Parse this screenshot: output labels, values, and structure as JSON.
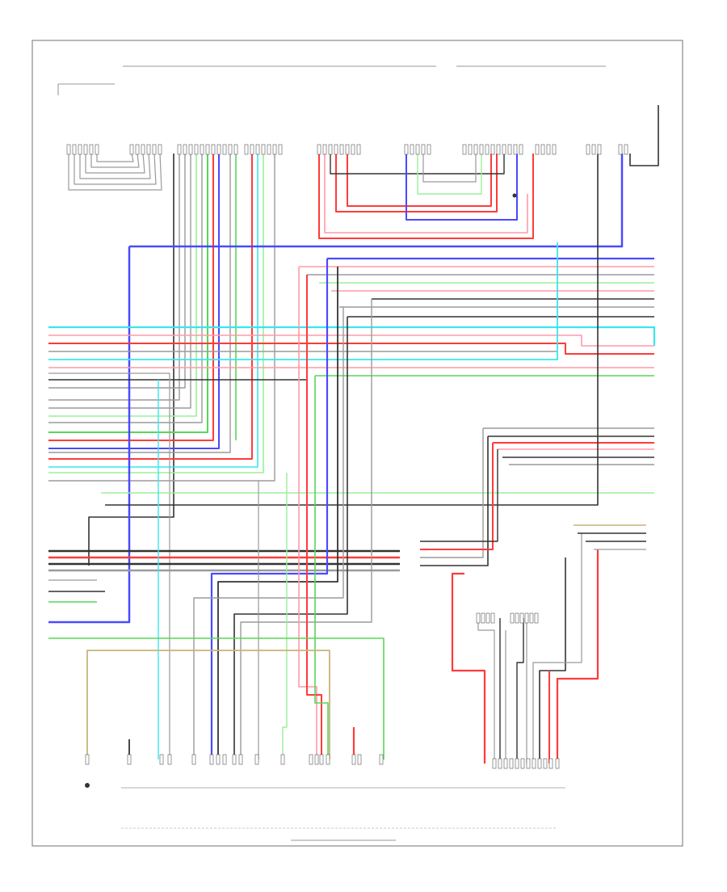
{
  "diagram": {
    "header_left": {
      "title": "",
      "subtitle": ""
    },
    "header_right": {
      "title": "",
      "subtitle": ""
    },
    "footer": {
      "title": "",
      "subtitle": ""
    },
    "page_marker": ""
  },
  "colors": {
    "red": "#ff3b3b",
    "pink": "#ff9aa6",
    "blue": "#4a4aff",
    "cyan": "#39e6f0",
    "green": "#59d659",
    "light_green": "#9af09a",
    "gray": "#9a9a9a",
    "black": "#333333",
    "tan": "#c8b478",
    "violet": "#9a5ad6"
  },
  "components": [
    {
      "id": "c1",
      "label": ""
    },
    {
      "id": "c2",
      "label": ""
    },
    {
      "id": "c3",
      "label": ""
    },
    {
      "id": "c4",
      "label": ""
    },
    {
      "id": "c5",
      "label": ""
    },
    {
      "id": "c6",
      "label": ""
    },
    {
      "id": "c7",
      "label": ""
    },
    {
      "id": "c8",
      "label": ""
    },
    {
      "id": "c9",
      "label": ""
    },
    {
      "id": "c10",
      "label": ""
    },
    {
      "id": "c11",
      "label": ""
    },
    {
      "id": "c12",
      "label": ""
    }
  ]
}
